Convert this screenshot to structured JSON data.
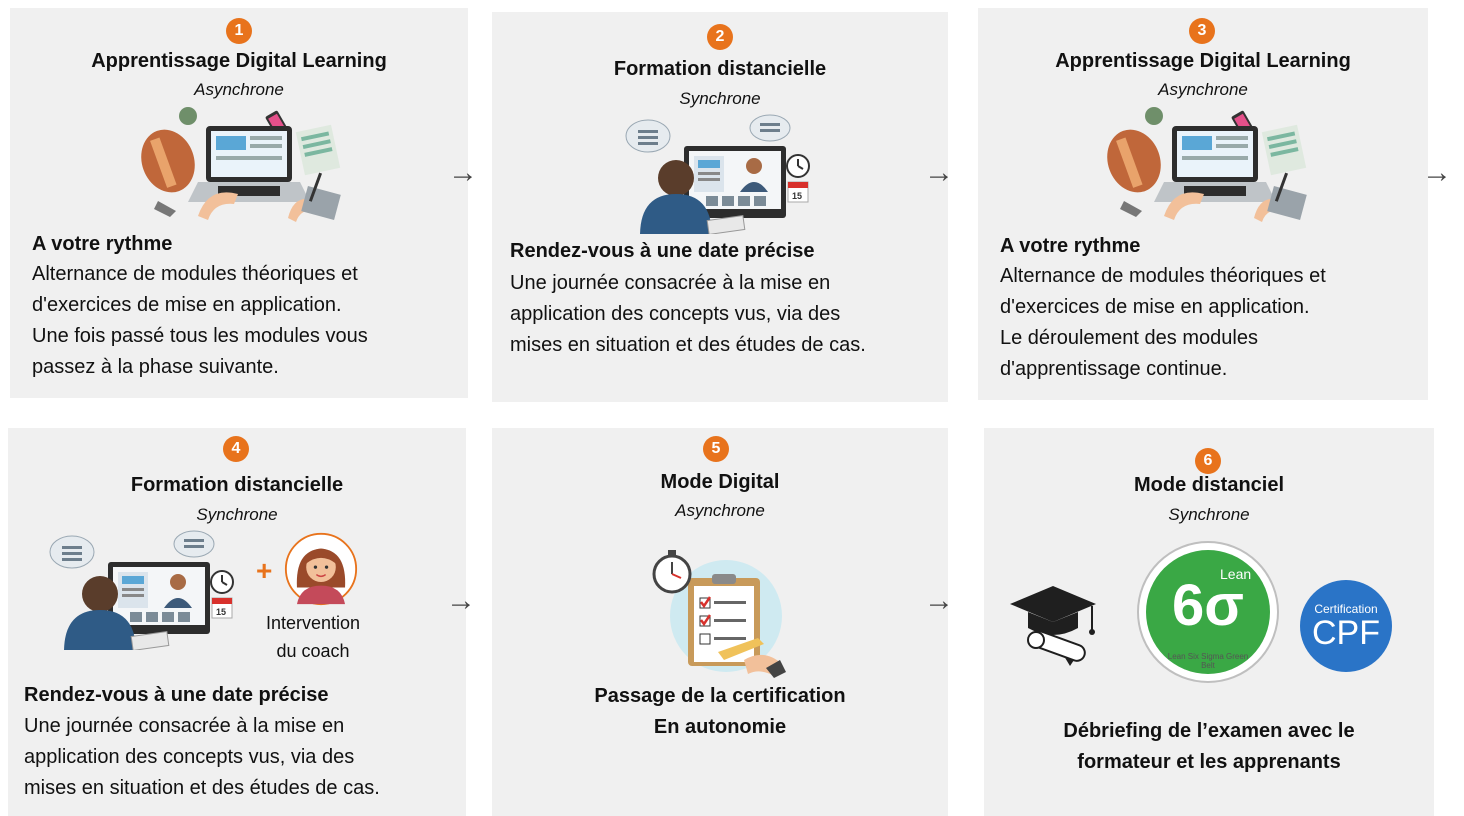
{
  "colors": {
    "accent": "#e8731c",
    "card_bg": "#f0f0f0",
    "arrow": "#444444",
    "green": "#3aa845",
    "cpf_blue": "#2a74c7"
  },
  "arrow_glyph": "→",
  "plus_glyph": "+",
  "steps": [
    {
      "number": "1",
      "title": "Apprentissage Digital Learning",
      "subtitle": "Asynchrone",
      "illustration": "laptop-desk-illustration",
      "heading": "A votre rythme",
      "lines": [
        "Alternance de modules théoriques et",
        "d'exercices de mise en application.",
        "Une fois passé tous les modules vous",
        "passez à la phase suivante."
      ]
    },
    {
      "number": "2",
      "title": "Formation distancielle",
      "subtitle": "Synchrone",
      "illustration": "video-conference-illustration",
      "heading": "Rendez-vous à une date précise",
      "lines": [
        "Une journée consacrée à la mise en",
        "application des concepts vus, via des",
        "mises en situation et des études de cas."
      ]
    },
    {
      "number": "3",
      "title": "Apprentissage Digital Learning",
      "subtitle": "Asynchrone",
      "illustration": "laptop-desk-illustration",
      "heading": "A votre rythme",
      "lines": [
        "Alternance de modules théoriques et",
        "d'exercices de mise en application.",
        "Le déroulement des modules",
        "d'apprentissage continue."
      ]
    },
    {
      "number": "4",
      "title": "Formation distancielle",
      "subtitle": "Synchrone",
      "illustration": "video-conference-illustration",
      "coach_caption": [
        "Intervention",
        "du coach"
      ],
      "heading": "Rendez-vous à une date précise",
      "lines": [
        "Une journée consacrée à la mise en",
        "application des concepts vus, via des",
        "mises en situation et des études de cas."
      ]
    },
    {
      "number": "5",
      "title": "Mode Digital",
      "subtitle": "Asynchrone",
      "illustration": "checklist-stopwatch-illustration",
      "lines": [
        "Passage de la certification",
        "En autonomie"
      ]
    },
    {
      "number": "6",
      "title": "Mode distanciel",
      "subtitle": "Synchrone",
      "illustration": "graduation-cap-icon",
      "lean_logo": {
        "text": "Lean",
        "number": "6σ",
        "ring": "Lean Six Sigma Green Belt"
      },
      "cpf_logo": {
        "top": "Certification",
        "main": "CPF"
      },
      "lines": [
        "Débriefing de l’examen avec le",
        "formateur et les apprenants"
      ]
    }
  ]
}
